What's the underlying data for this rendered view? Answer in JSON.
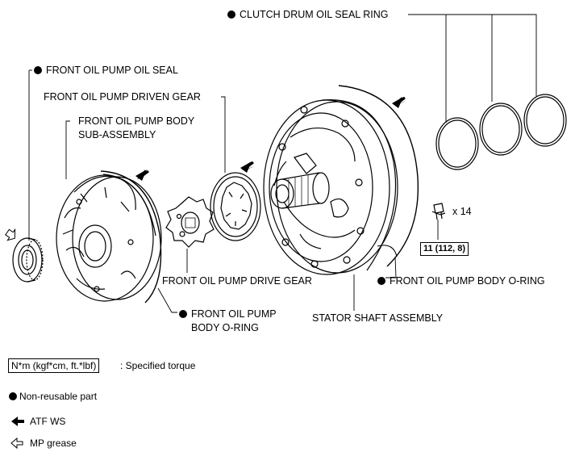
{
  "parts": {
    "clutch_drum_seal_ring": "CLUTCH DRUM OIL SEAL RING",
    "front_pump_oil_seal": "FRONT OIL PUMP OIL SEAL",
    "driven_gear": "FRONT OIL PUMP DRIVEN GEAR",
    "body_subassembly_line1": "FRONT OIL PUMP BODY",
    "body_subassembly_line2": "SUB-ASSEMBLY",
    "drive_gear": "FRONT OIL PUMP DRIVE GEAR",
    "body_oring_right": "FRONT OIL PUMP BODY O-RING",
    "body_oring_left_line1": "FRONT OIL PUMP",
    "body_oring_left_line2": "BODY O-RING",
    "stator_shaft": "STATOR SHAFT ASSEMBLY"
  },
  "bolt": {
    "quantity": "x 14",
    "torque": "11 (112, 8)"
  },
  "legend": {
    "torque_unit": "N*m (kgf*cm, ft.*lbf)",
    "torque_desc": ": Specified torque",
    "non_reusable": "Non-reusable part",
    "atf": "ATF WS",
    "mp_grease": "MP grease"
  }
}
